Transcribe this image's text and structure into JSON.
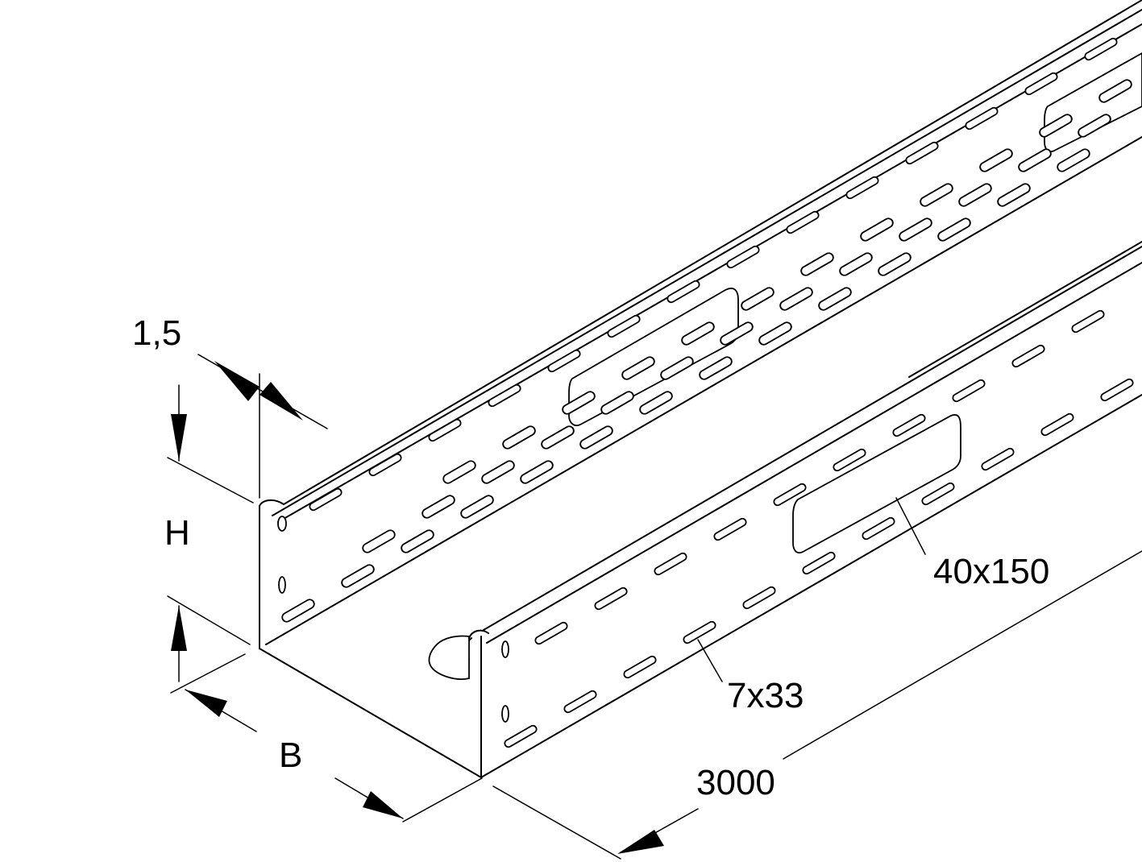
{
  "drawing": {
    "colors": {
      "line": "#000000",
      "background": "#ffffff"
    },
    "labels": {
      "thickness": "1,5",
      "height": "H",
      "width": "B",
      "length": "3000",
      "large_cutout": "40x150",
      "small_slot": "7x33"
    }
  }
}
